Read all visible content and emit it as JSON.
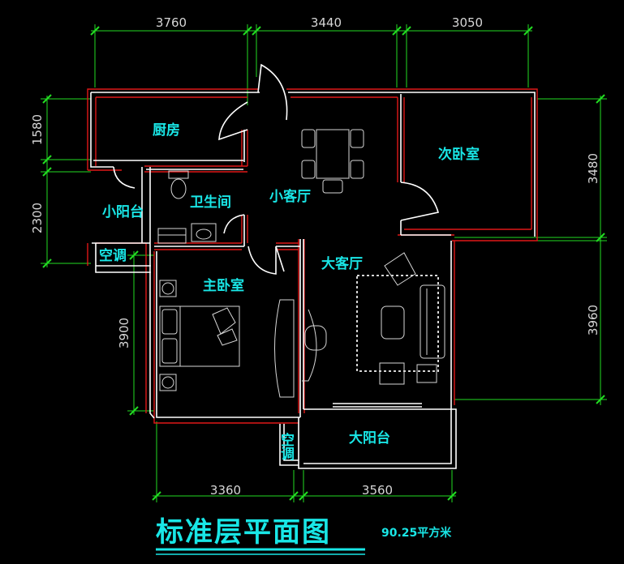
{
  "title": "标准层平面图",
  "area_label": "90.25平方米",
  "rooms": {
    "kitchen": "厨房",
    "second_bedroom": "次卧室",
    "small_balcony": "小阳台",
    "bathroom": "卫生间",
    "small_living": "小客厅",
    "ac": "空调",
    "master_bedroom": "主卧室",
    "living_room": "大客厅",
    "big_balcony": "大阳台"
  },
  "dimensions": {
    "top": [
      "3760",
      "3440",
      "3050"
    ],
    "bottom": [
      "3360",
      "3560"
    ],
    "left": [
      "1580",
      "2300",
      "3900"
    ],
    "right": [
      "3480",
      "3960"
    ]
  },
  "colors": {
    "background": "#000000",
    "room_text": "#19e6e6",
    "dimension_lines": "#22dd22",
    "walls": "#ffffff",
    "wall_outline": "#e01818",
    "dimension_text": "#d6d6d6"
  }
}
